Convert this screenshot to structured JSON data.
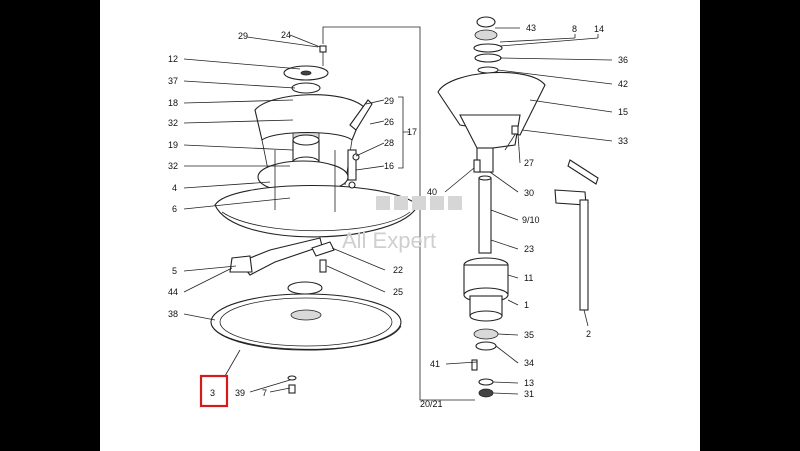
{
  "diagram": {
    "labels": {
      "l29a": "29",
      "l24": "24",
      "l12": "12",
      "l37": "37",
      "l18": "18",
      "l32a": "32",
      "l19": "19",
      "l32b": "32",
      "l4": "4",
      "l6": "6",
      "l5": "5",
      "l44": "44",
      "l38": "38",
      "l3": "3",
      "l39": "39",
      "l7": "7",
      "l29b": "29",
      "l26": "26",
      "l28": "28",
      "l16": "16",
      "l17": "17",
      "l22": "22",
      "l25": "25",
      "l43": "43",
      "l8": "8",
      "l14": "14",
      "l36": "36",
      "l42": "42",
      "l15": "15",
      "l33": "33",
      "l27": "27",
      "l40": "40",
      "l30": "30",
      "l910": "9/10",
      "l23": "23",
      "l11": "11",
      "l1": "1",
      "l35": "35",
      "l41": "41",
      "l34": "34",
      "l13": "13",
      "l31": "31",
      "l2021": "20/21",
      "l2": "2"
    },
    "highlighted_part": "3",
    "highlight_color": "#d61a1a",
    "watermark": "All Expert"
  }
}
